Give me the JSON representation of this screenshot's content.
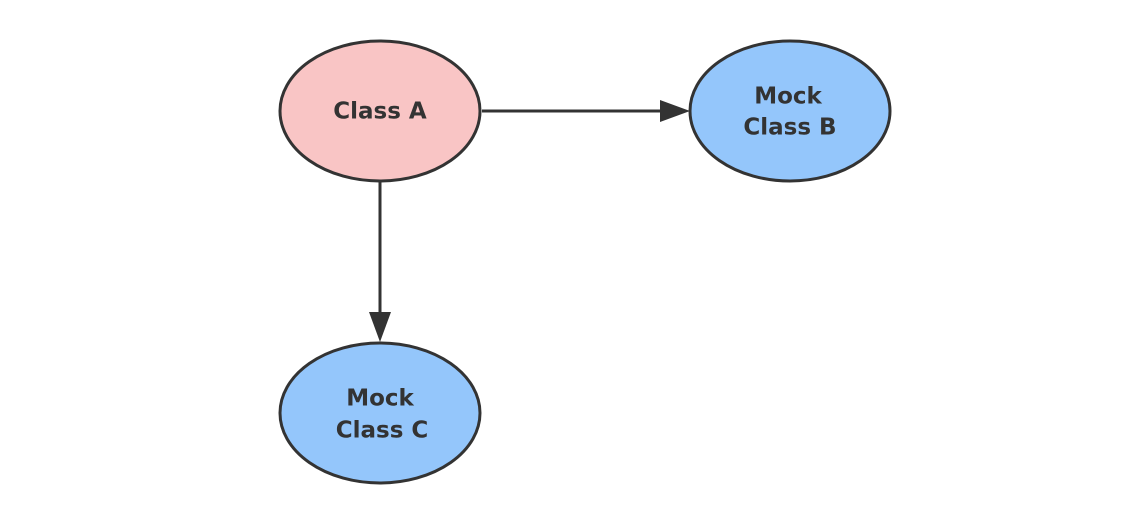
{
  "colors": {
    "source_fill": "#f9c5c5",
    "mock_fill": "#94c6fb",
    "stroke": "#333333"
  },
  "nodes": [
    {
      "id": "class-a",
      "lines": [
        "Class A"
      ],
      "kind": "source"
    },
    {
      "id": "mock-class-b",
      "lines": [
        "Mock",
        "Class B"
      ],
      "kind": "mock"
    },
    {
      "id": "mock-class-c",
      "lines": [
        "Mock",
        "Class C"
      ],
      "kind": "mock"
    }
  ],
  "edges": [
    {
      "from": "class-a",
      "to": "mock-class-b"
    },
    {
      "from": "class-a",
      "to": "mock-class-c"
    }
  ]
}
